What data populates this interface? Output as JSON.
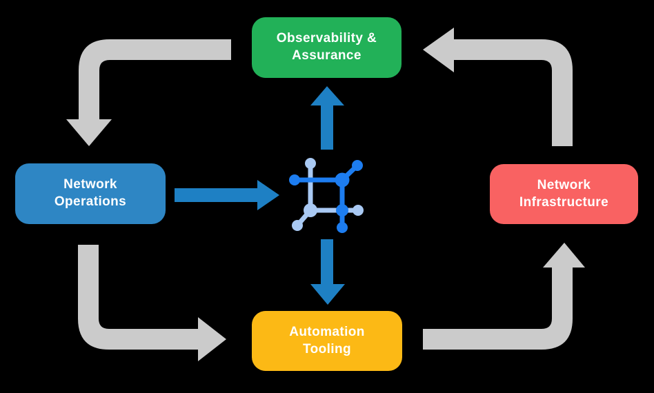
{
  "background": "#000000",
  "boxes": {
    "observability": {
      "line1": "Observability &",
      "line2": "Assurance",
      "color": "#22b158"
    },
    "operations": {
      "line1": "Network",
      "line2": "Operations",
      "color": "#2e86c4"
    },
    "infrastructure": {
      "line1": "Network",
      "line2": "Infrastructure",
      "color": "#f96262"
    },
    "automation": {
      "line1": "Automation",
      "line2": "Tooling",
      "color": "#fcb915"
    }
  },
  "icon": {
    "name": "network-mesh-icon",
    "color_primary": "#1d7df0",
    "color_secondary": "#a9c9f3"
  },
  "arrows": {
    "cycle_color": "#cbcbcb",
    "flow_color": "#1e80c4"
  }
}
